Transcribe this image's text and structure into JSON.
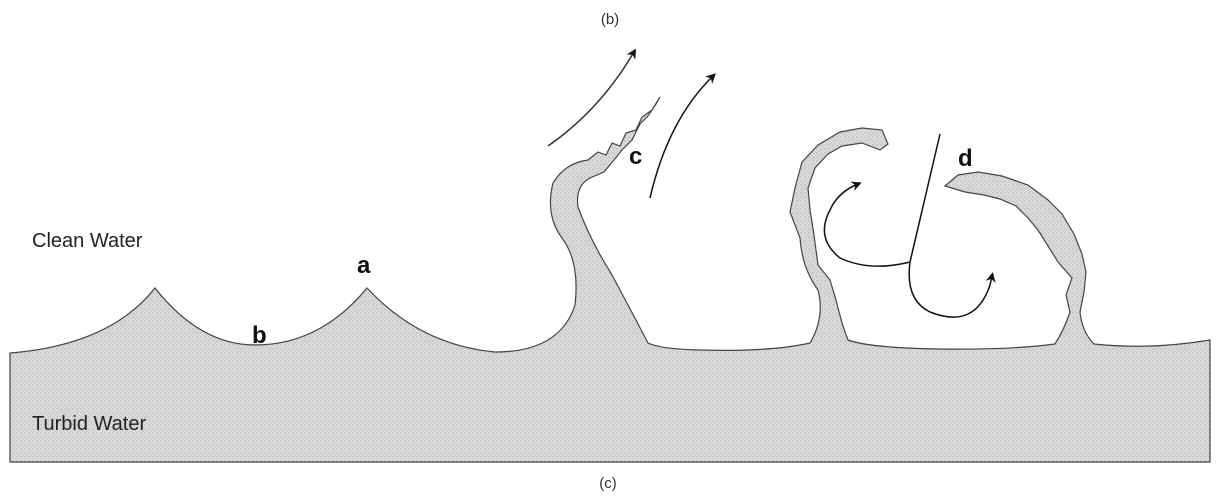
{
  "captions": {
    "top": "(b)",
    "bottom": "(c)"
  },
  "regions": {
    "upper": "Clean Water",
    "lower": "Turbid Water"
  },
  "markers": {
    "a": "a",
    "b": "b",
    "c": "c",
    "d": "d"
  },
  "colors": {
    "turbid_fill": "#d6d6d6",
    "outline": "#444444",
    "arrow": "#111111",
    "background": "#ffffff"
  }
}
